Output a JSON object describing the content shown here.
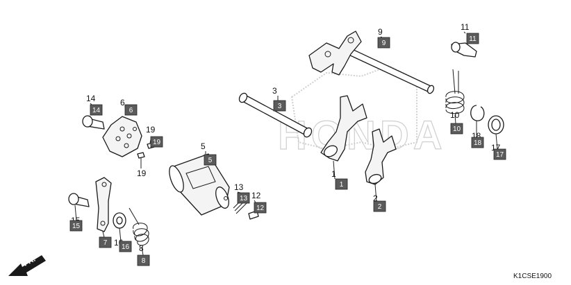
{
  "diagram_code": "K1CSE1900",
  "direction_label": "FR.",
  "watermark_text": "HONDA",
  "colors": {
    "box_fill": "#5b5b5b",
    "line": "#1a1a1a",
    "watermark": "#d0d0d0"
  },
  "callouts": [
    {
      "id": "p1",
      "num": "1",
      "box": "1"
    },
    {
      "id": "p2",
      "num": "2",
      "box": "2"
    },
    {
      "id": "p3",
      "num": "3",
      "box": "3"
    },
    {
      "id": "p5",
      "num": "5",
      "box": "5"
    },
    {
      "id": "p6",
      "num": "6",
      "box": "6"
    },
    {
      "id": "p7",
      "num": "7",
      "box": "7"
    },
    {
      "id": "p8",
      "num": "8",
      "box": "8"
    },
    {
      "id": "p9",
      "num": "9",
      "box": "9"
    },
    {
      "id": "p10",
      "num": "10",
      "box": "10"
    },
    {
      "id": "p11",
      "num": "11",
      "box": "11"
    },
    {
      "id": "p12",
      "num": "12",
      "box": "12"
    },
    {
      "id": "p13",
      "num": "13",
      "box": "13"
    },
    {
      "id": "p14",
      "num": "14",
      "box": "14"
    },
    {
      "id": "p15",
      "num": "15",
      "box": "15"
    },
    {
      "id": "p16",
      "num": "16",
      "box": "16"
    },
    {
      "id": "p17",
      "num": "17",
      "box": "17"
    },
    {
      "id": "p18",
      "num": "18",
      "box": "18"
    },
    {
      "id": "p19a",
      "num": "19",
      "box": "19"
    },
    {
      "id": "p19b",
      "num": "19",
      "box": ""
    }
  ]
}
